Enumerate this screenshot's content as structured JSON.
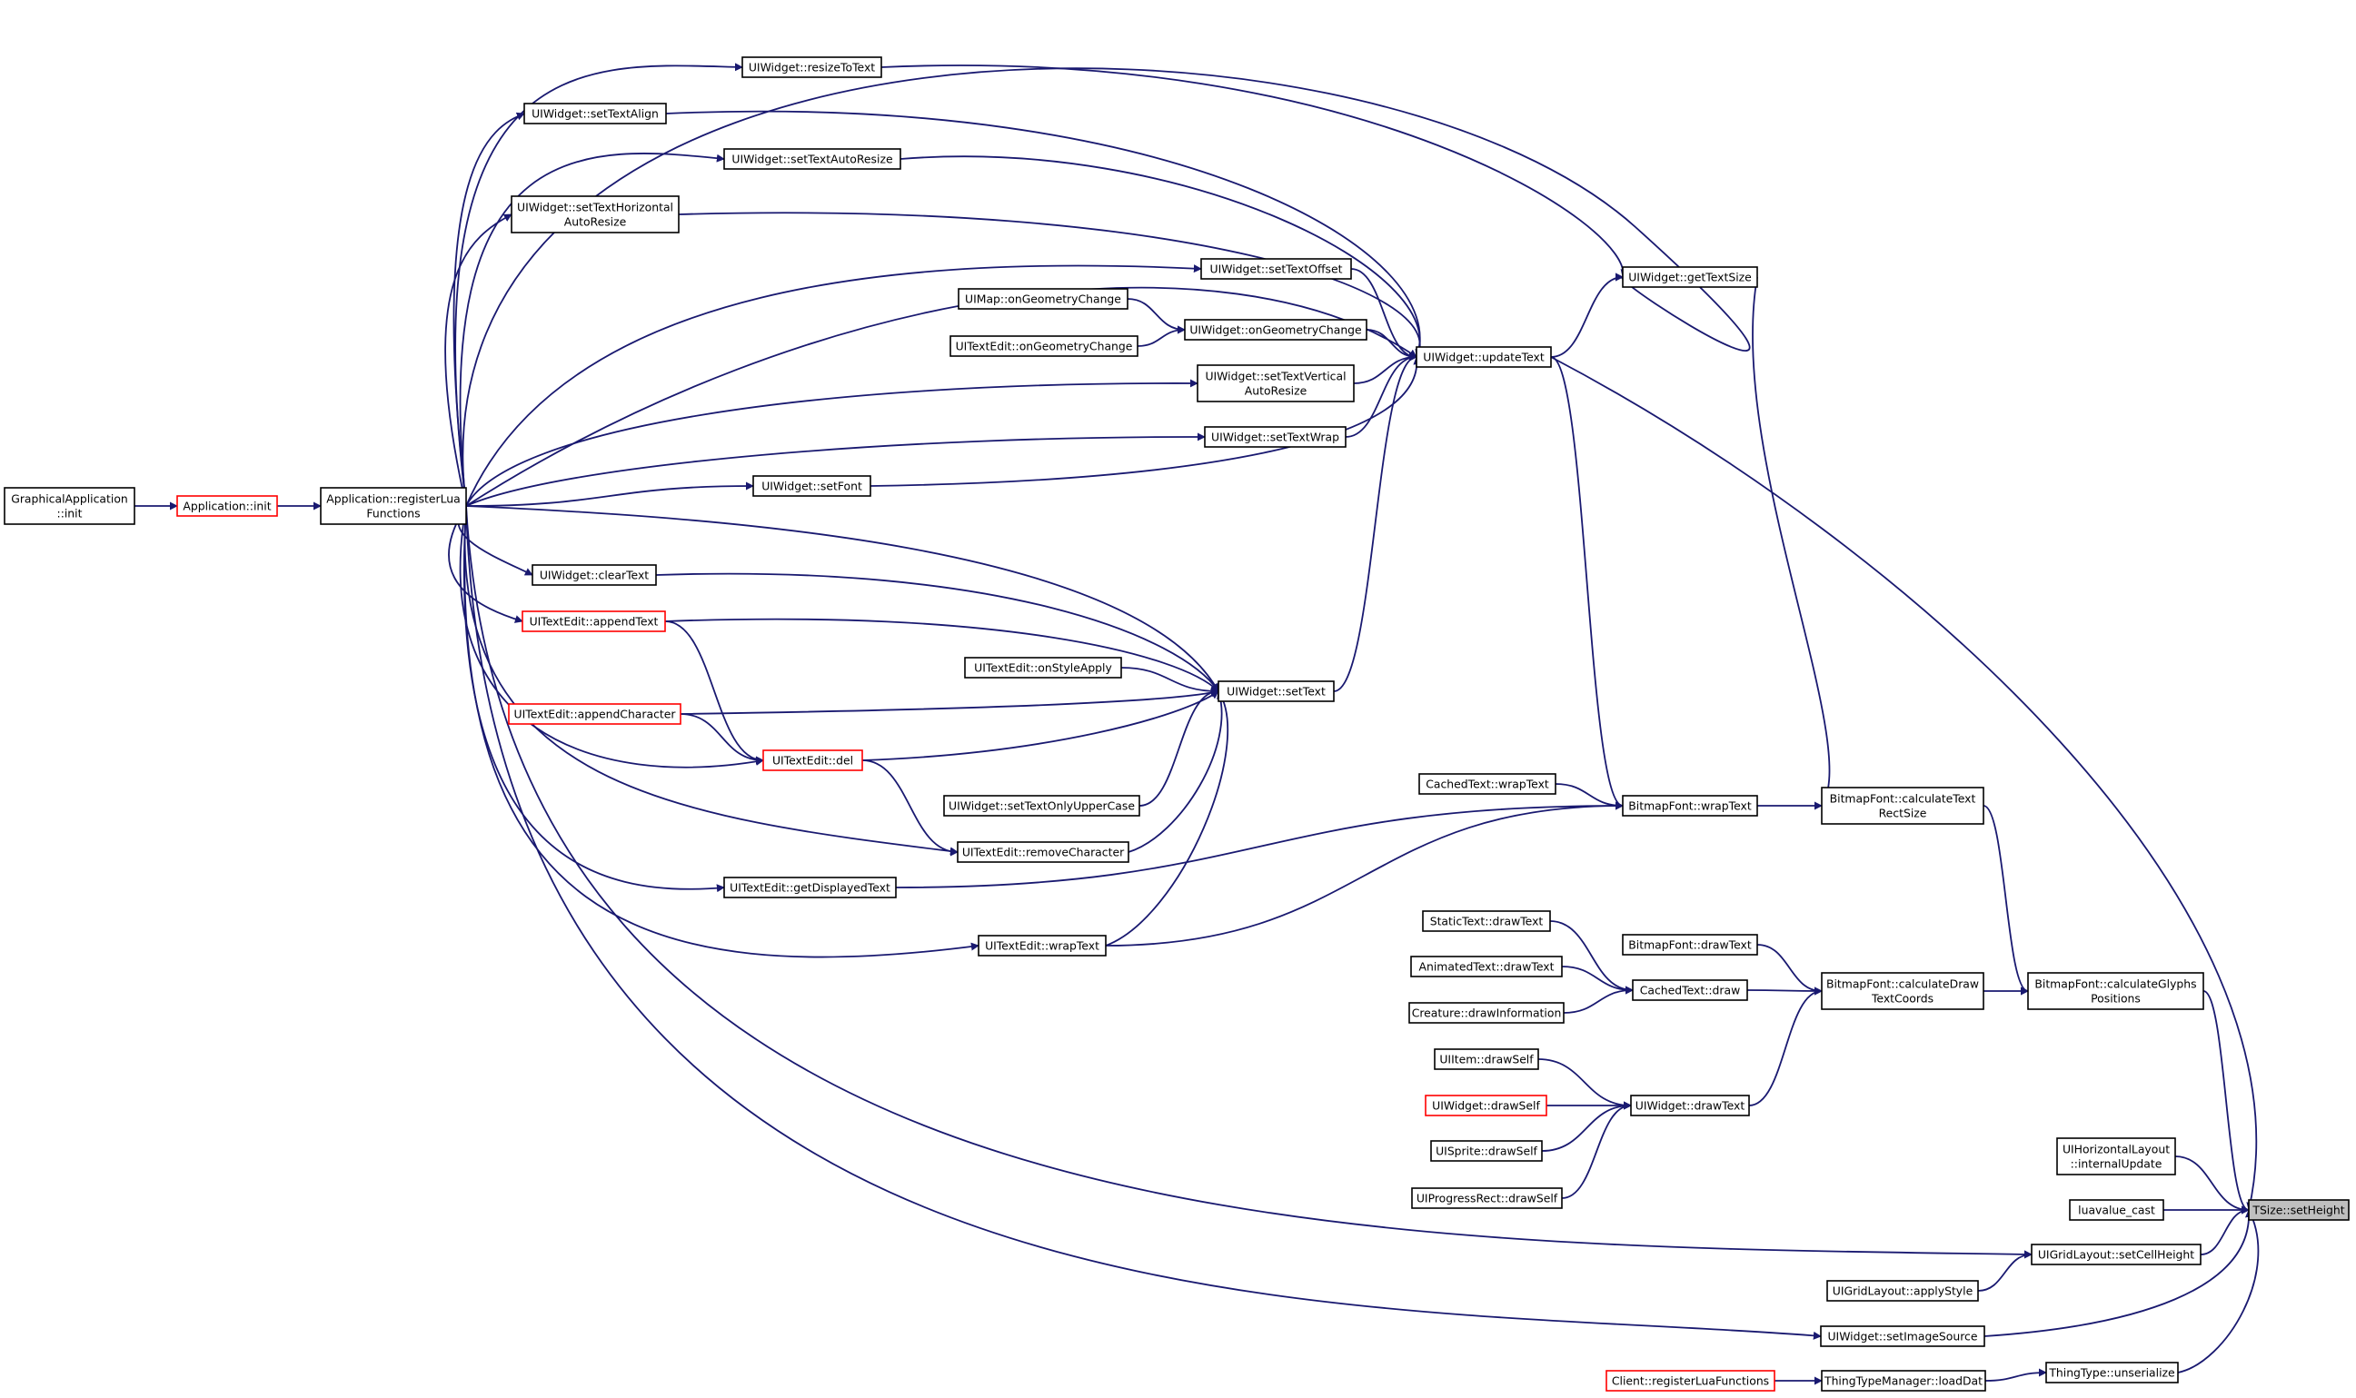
{
  "graph": {
    "nodes": [
      {
        "id": "graphical_app_init",
        "label": [
          "GraphicalApplication",
          "::init"
        ]
      },
      {
        "id": "app_init",
        "label": [
          "Application::init"
        ],
        "truncated": true
      },
      {
        "id": "register_lua",
        "label": [
          "Application::registerLua",
          "Functions"
        ]
      },
      {
        "id": "resize_to_text",
        "label": [
          "UIWidget::resizeToText"
        ]
      },
      {
        "id": "set_text_align",
        "label": [
          "UIWidget::setTextAlign"
        ]
      },
      {
        "id": "set_text_auto_resize",
        "label": [
          "UIWidget::setTextAutoResize"
        ]
      },
      {
        "id": "set_text_horizontal",
        "label": [
          "UIWidget::setTextHorizontal",
          "AutoResize"
        ]
      },
      {
        "id": "set_text_offset",
        "label": [
          "UIWidget::setTextOffset"
        ]
      },
      {
        "id": "uimap_geo",
        "label": [
          "UIMap::onGeometryChange"
        ]
      },
      {
        "id": "uitextedit_geo",
        "label": [
          "UITextEdit::onGeometryChange"
        ]
      },
      {
        "id": "uiwidget_geo",
        "label": [
          "UIWidget::onGeometryChange"
        ]
      },
      {
        "id": "set_text_vertical",
        "label": [
          "UIWidget::setTextVertical",
          "AutoResize"
        ]
      },
      {
        "id": "set_text_wrap",
        "label": [
          "UIWidget::setTextWrap"
        ]
      },
      {
        "id": "update_text",
        "label": [
          "UIWidget::updateText"
        ]
      },
      {
        "id": "get_text_size",
        "label": [
          "UIWidget::getTextSize"
        ]
      },
      {
        "id": "set_font",
        "label": [
          "UIWidget::setFont"
        ]
      },
      {
        "id": "clear_text",
        "label": [
          "UIWidget::clearText"
        ]
      },
      {
        "id": "append_text",
        "label": [
          "UITextEdit::appendText"
        ],
        "truncated": true
      },
      {
        "id": "on_style_apply",
        "label": [
          "UITextEdit::onStyleApply"
        ]
      },
      {
        "id": "set_text",
        "label": [
          "UIWidget::setText"
        ]
      },
      {
        "id": "append_char",
        "label": [
          "UITextEdit::appendCharacter"
        ],
        "truncated": true
      },
      {
        "id": "del",
        "label": [
          "UITextEdit::del"
        ],
        "truncated": true
      },
      {
        "id": "set_text_only_upper",
        "label": [
          "UIWidget::setTextOnlyUpperCase"
        ]
      },
      {
        "id": "remove_char",
        "label": [
          "UITextEdit::removeCharacter"
        ]
      },
      {
        "id": "get_displayed_text",
        "label": [
          "UITextEdit::getDisplayedText"
        ]
      },
      {
        "id": "uitextedit_wrap",
        "label": [
          "UITextEdit::wrapText"
        ]
      },
      {
        "id": "cached_wrap",
        "label": [
          "CachedText::wrapText"
        ]
      },
      {
        "id": "bitmap_wrap",
        "label": [
          "BitmapFont::wrapText"
        ]
      },
      {
        "id": "calc_rect",
        "label": [
          "BitmapFont::calculateText",
          "RectSize"
        ]
      },
      {
        "id": "static_draw",
        "label": [
          "StaticText::drawText"
        ]
      },
      {
        "id": "animated_draw",
        "label": [
          "AnimatedText::drawText"
        ]
      },
      {
        "id": "creature_draw",
        "label": [
          "Creature::drawInformation"
        ]
      },
      {
        "id": "cached_draw",
        "label": [
          "CachedText::draw"
        ]
      },
      {
        "id": "bitmap_draw",
        "label": [
          "BitmapFont::drawText"
        ]
      },
      {
        "id": "calc_draw_coords",
        "label": [
          "BitmapFont::calculateDraw",
          "TextCoords"
        ]
      },
      {
        "id": "calc_glyphs",
        "label": [
          "BitmapFont::calculateGlyphs",
          "Positions"
        ]
      },
      {
        "id": "uiitem_draw",
        "label": [
          "UIItem::drawSelf"
        ]
      },
      {
        "id": "uiwidget_drawself",
        "label": [
          "UIWidget::drawSelf"
        ],
        "truncated": true
      },
      {
        "id": "uisprite_draw",
        "label": [
          "UISprite::drawSelf"
        ]
      },
      {
        "id": "uiprogress_draw",
        "label": [
          "UIProgressRect::drawSelf"
        ]
      },
      {
        "id": "uiwidget_drawtext",
        "label": [
          "UIWidget::drawText"
        ]
      },
      {
        "id": "horiz_layout",
        "label": [
          "UIHorizontalLayout",
          "::internalUpdate"
        ]
      },
      {
        "id": "luavalue_cast",
        "label": [
          "luavalue_cast"
        ]
      },
      {
        "id": "tsize_set_height",
        "label": [
          "TSize::setHeight"
        ],
        "focus": true
      },
      {
        "id": "grid_set_cell_height",
        "label": [
          "UIGridLayout::setCellHeight"
        ]
      },
      {
        "id": "grid_apply_style",
        "label": [
          "UIGridLayout::applyStyle"
        ]
      },
      {
        "id": "set_image_source",
        "label": [
          "UIWidget::setImageSource"
        ]
      },
      {
        "id": "client_register",
        "label": [
          "Client::registerLuaFunctions"
        ],
        "truncated": true
      },
      {
        "id": "thing_loaddat",
        "label": [
          "ThingTypeManager::loadDat"
        ]
      },
      {
        "id": "thing_unserialize",
        "label": [
          "ThingType::unserialize"
        ]
      }
    ],
    "edges": [
      [
        "graphical_app_init",
        "app_init"
      ],
      [
        "app_init",
        "register_lua"
      ],
      [
        "register_lua",
        "resize_to_text"
      ],
      [
        "register_lua",
        "set_text_align"
      ],
      [
        "register_lua",
        "set_text_auto_resize"
      ],
      [
        "register_lua",
        "set_text_horizontal"
      ],
      [
        "register_lua",
        "set_text_offset"
      ],
      [
        "register_lua",
        "set_text_vertical"
      ],
      [
        "register_lua",
        "set_text_wrap"
      ],
      [
        "register_lua",
        "set_font"
      ],
      [
        "register_lua",
        "clear_text"
      ],
      [
        "register_lua",
        "append_text"
      ],
      [
        "register_lua",
        "set_text"
      ],
      [
        "register_lua",
        "del"
      ],
      [
        "register_lua",
        "remove_char"
      ],
      [
        "register_lua",
        "get_displayed_text"
      ],
      [
        "register_lua",
        "uitextedit_wrap"
      ],
      [
        "register_lua",
        "get_text_size"
      ],
      [
        "register_lua",
        "update_text"
      ],
      [
        "register_lua",
        "grid_set_cell_height"
      ],
      [
        "register_lua",
        "set_image_source"
      ],
      [
        "resize_to_text",
        "get_text_size"
      ],
      [
        "set_text_align",
        "update_text"
      ],
      [
        "set_text_auto_resize",
        "update_text"
      ],
      [
        "set_text_horizontal",
        "update_text"
      ],
      [
        "set_text_offset",
        "update_text"
      ],
      [
        "uimap_geo",
        "uiwidget_geo"
      ],
      [
        "uitextedit_geo",
        "uiwidget_geo"
      ],
      [
        "uiwidget_geo",
        "update_text"
      ],
      [
        "set_text_vertical",
        "update_text"
      ],
      [
        "set_text_wrap",
        "update_text"
      ],
      [
        "set_font",
        "update_text"
      ],
      [
        "clear_text",
        "set_text"
      ],
      [
        "append_text",
        "set_text"
      ],
      [
        "append_text",
        "del"
      ],
      [
        "on_style_apply",
        "set_text"
      ],
      [
        "append_char",
        "set_text"
      ],
      [
        "append_char",
        "del"
      ],
      [
        "del",
        "set_text"
      ],
      [
        "del",
        "remove_char"
      ],
      [
        "set_text_only_upper",
        "set_text"
      ],
      [
        "remove_char",
        "set_text"
      ],
      [
        "uitextedit_wrap",
        "set_text"
      ],
      [
        "set_text",
        "update_text"
      ],
      [
        "update_text",
        "get_text_size"
      ],
      [
        "update_text",
        "bitmap_wrap"
      ],
      [
        "update_text",
        "tsize_set_height"
      ],
      [
        "get_displayed_text",
        "bitmap_wrap"
      ],
      [
        "uitextedit_wrap",
        "bitmap_wrap"
      ],
      [
        "cached_wrap",
        "bitmap_wrap"
      ],
      [
        "bitmap_wrap",
        "calc_rect"
      ],
      [
        "get_text_size",
        "calc_rect"
      ],
      [
        "calc_rect",
        "calc_glyphs"
      ],
      [
        "static_draw",
        "cached_draw"
      ],
      [
        "animated_draw",
        "cached_draw"
      ],
      [
        "creature_draw",
        "cached_draw"
      ],
      [
        "cached_draw",
        "calc_draw_coords"
      ],
      [
        "bitmap_draw",
        "calc_draw_coords"
      ],
      [
        "calc_draw_coords",
        "calc_glyphs"
      ],
      [
        "uiitem_draw",
        "uiwidget_drawtext"
      ],
      [
        "uiwidget_drawself",
        "uiwidget_drawtext"
      ],
      [
        "uisprite_draw",
        "uiwidget_drawtext"
      ],
      [
        "uiprogress_draw",
        "uiwidget_drawtext"
      ],
      [
        "uiwidget_drawtext",
        "calc_draw_coords"
      ],
      [
        "calc_glyphs",
        "tsize_set_height"
      ],
      [
        "horiz_layout",
        "tsize_set_height"
      ],
      [
        "luavalue_cast",
        "tsize_set_height"
      ],
      [
        "grid_set_cell_height",
        "tsize_set_height"
      ],
      [
        "grid_apply_style",
        "grid_set_cell_height"
      ],
      [
        "set_image_source",
        "tsize_set_height"
      ],
      [
        "client_register",
        "thing_loaddat"
      ],
      [
        "thing_loaddat",
        "thing_unserialize"
      ],
      [
        "thing_unserialize",
        "tsize_set_height"
      ]
    ]
  },
  "colors": {
    "edge": "#191970",
    "node_border": "#000000",
    "truncated_border": "#ff0000",
    "focus_fill": "#bfbfbf"
  }
}
